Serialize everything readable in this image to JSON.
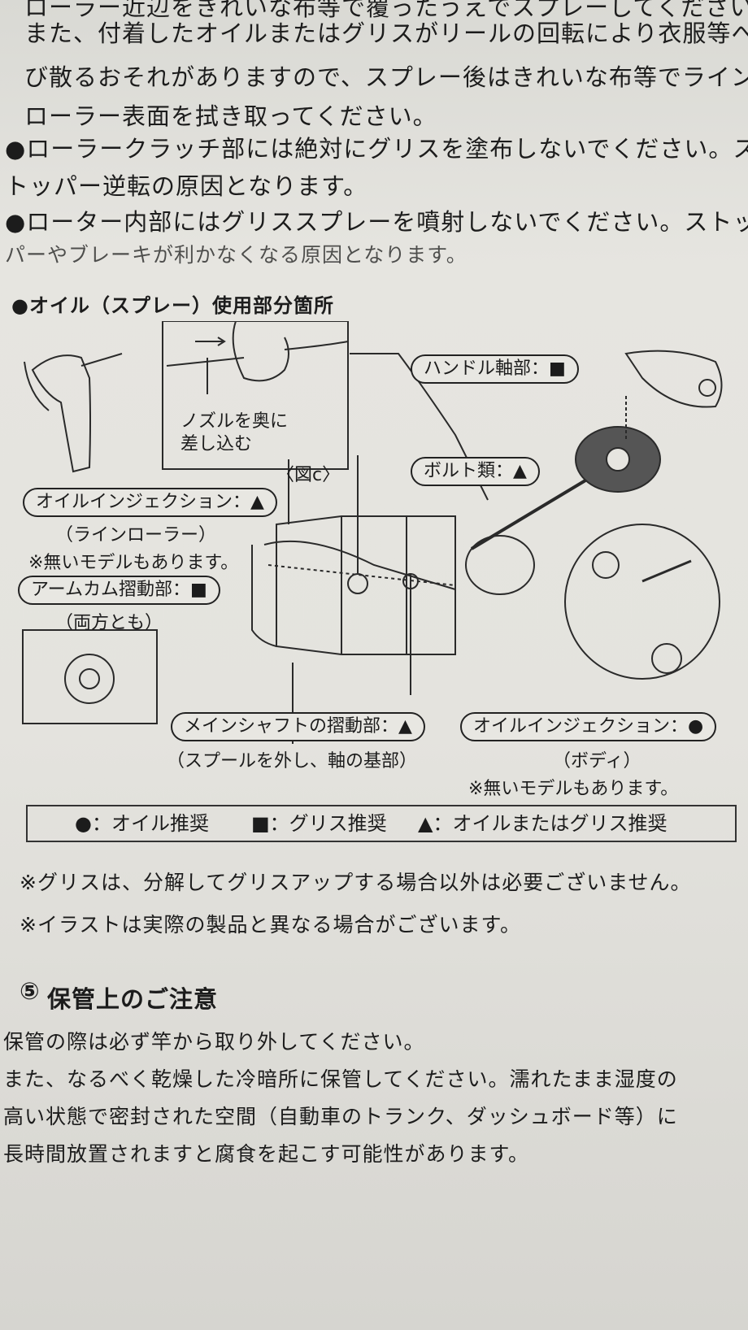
{
  "intro": {
    "line1": "ローラー近辺をきれいな布等で覆ったうえでスプレーしてください。",
    "line2": "また、付着したオイルまたはグリスがリールの回転により衣服等へ飛",
    "line3": "び散るおそれがありますので、スプレー後はきれいな布等でライン",
    "line4": "ローラー表面を拭き取ってください。",
    "bullet1_a": "●ローラークラッチ部には絶対にグリスを塗布しないでください。ス",
    "bullet1_b": "トッパー逆転の原因となります。",
    "bullet2_a": "●ローター内部にはグリススプレーを噴射しないでください。ストッ",
    "bullet2_b": "パーやブレーキが利かなくなる原因となります。"
  },
  "section_title": "●オイル（スプレー）使用部分箇所",
  "labels": {
    "nozzle_1": "ノズルを奥に",
    "nozzle_2": "差し込む",
    "figure": "〈図c〉",
    "handle_shaft": "ハンドル軸部：■",
    "bolts": "ボルト類：▲",
    "oil_injection_roller": "オイルインジェクション：▲",
    "line_roller": "（ラインローラー）",
    "no_model_1": "※無いモデルもあります。",
    "arm_cam": "アームカム摺動部：■",
    "both_sides": "（両方とも）",
    "main_shaft": "メインシャフトの摺動部：▲",
    "spool_note": "（スプールを外し、軸の基部）",
    "oil_injection_body": "オイルインジェクション：●",
    "body": "（ボディ）",
    "no_model_2": "※無いモデルもあります。"
  },
  "legend": {
    "oil": "●：オイル推奨",
    "grease": "■：グリス推奨",
    "either": "▲：オイルまたはグリス推奨"
  },
  "notes": {
    "note1": "※グリスは、分解してグリスアップする場合以外は必要ございません。",
    "note2": "※イラストは実際の製品と異なる場合がございます。"
  },
  "storage": {
    "number": "⑤",
    "title": "保管上のご注意",
    "line1": "保管の際は必ず竿から取り外してください。",
    "line2": "また、なるべく乾燥した冷暗所に保管してください。濡れたまま湿度の",
    "line3": "高い状態で密封された空間（自動車のトランク、ダッシュボード等）に",
    "line4": "長時間放置されますと腐食を起こす可能性があります。"
  }
}
